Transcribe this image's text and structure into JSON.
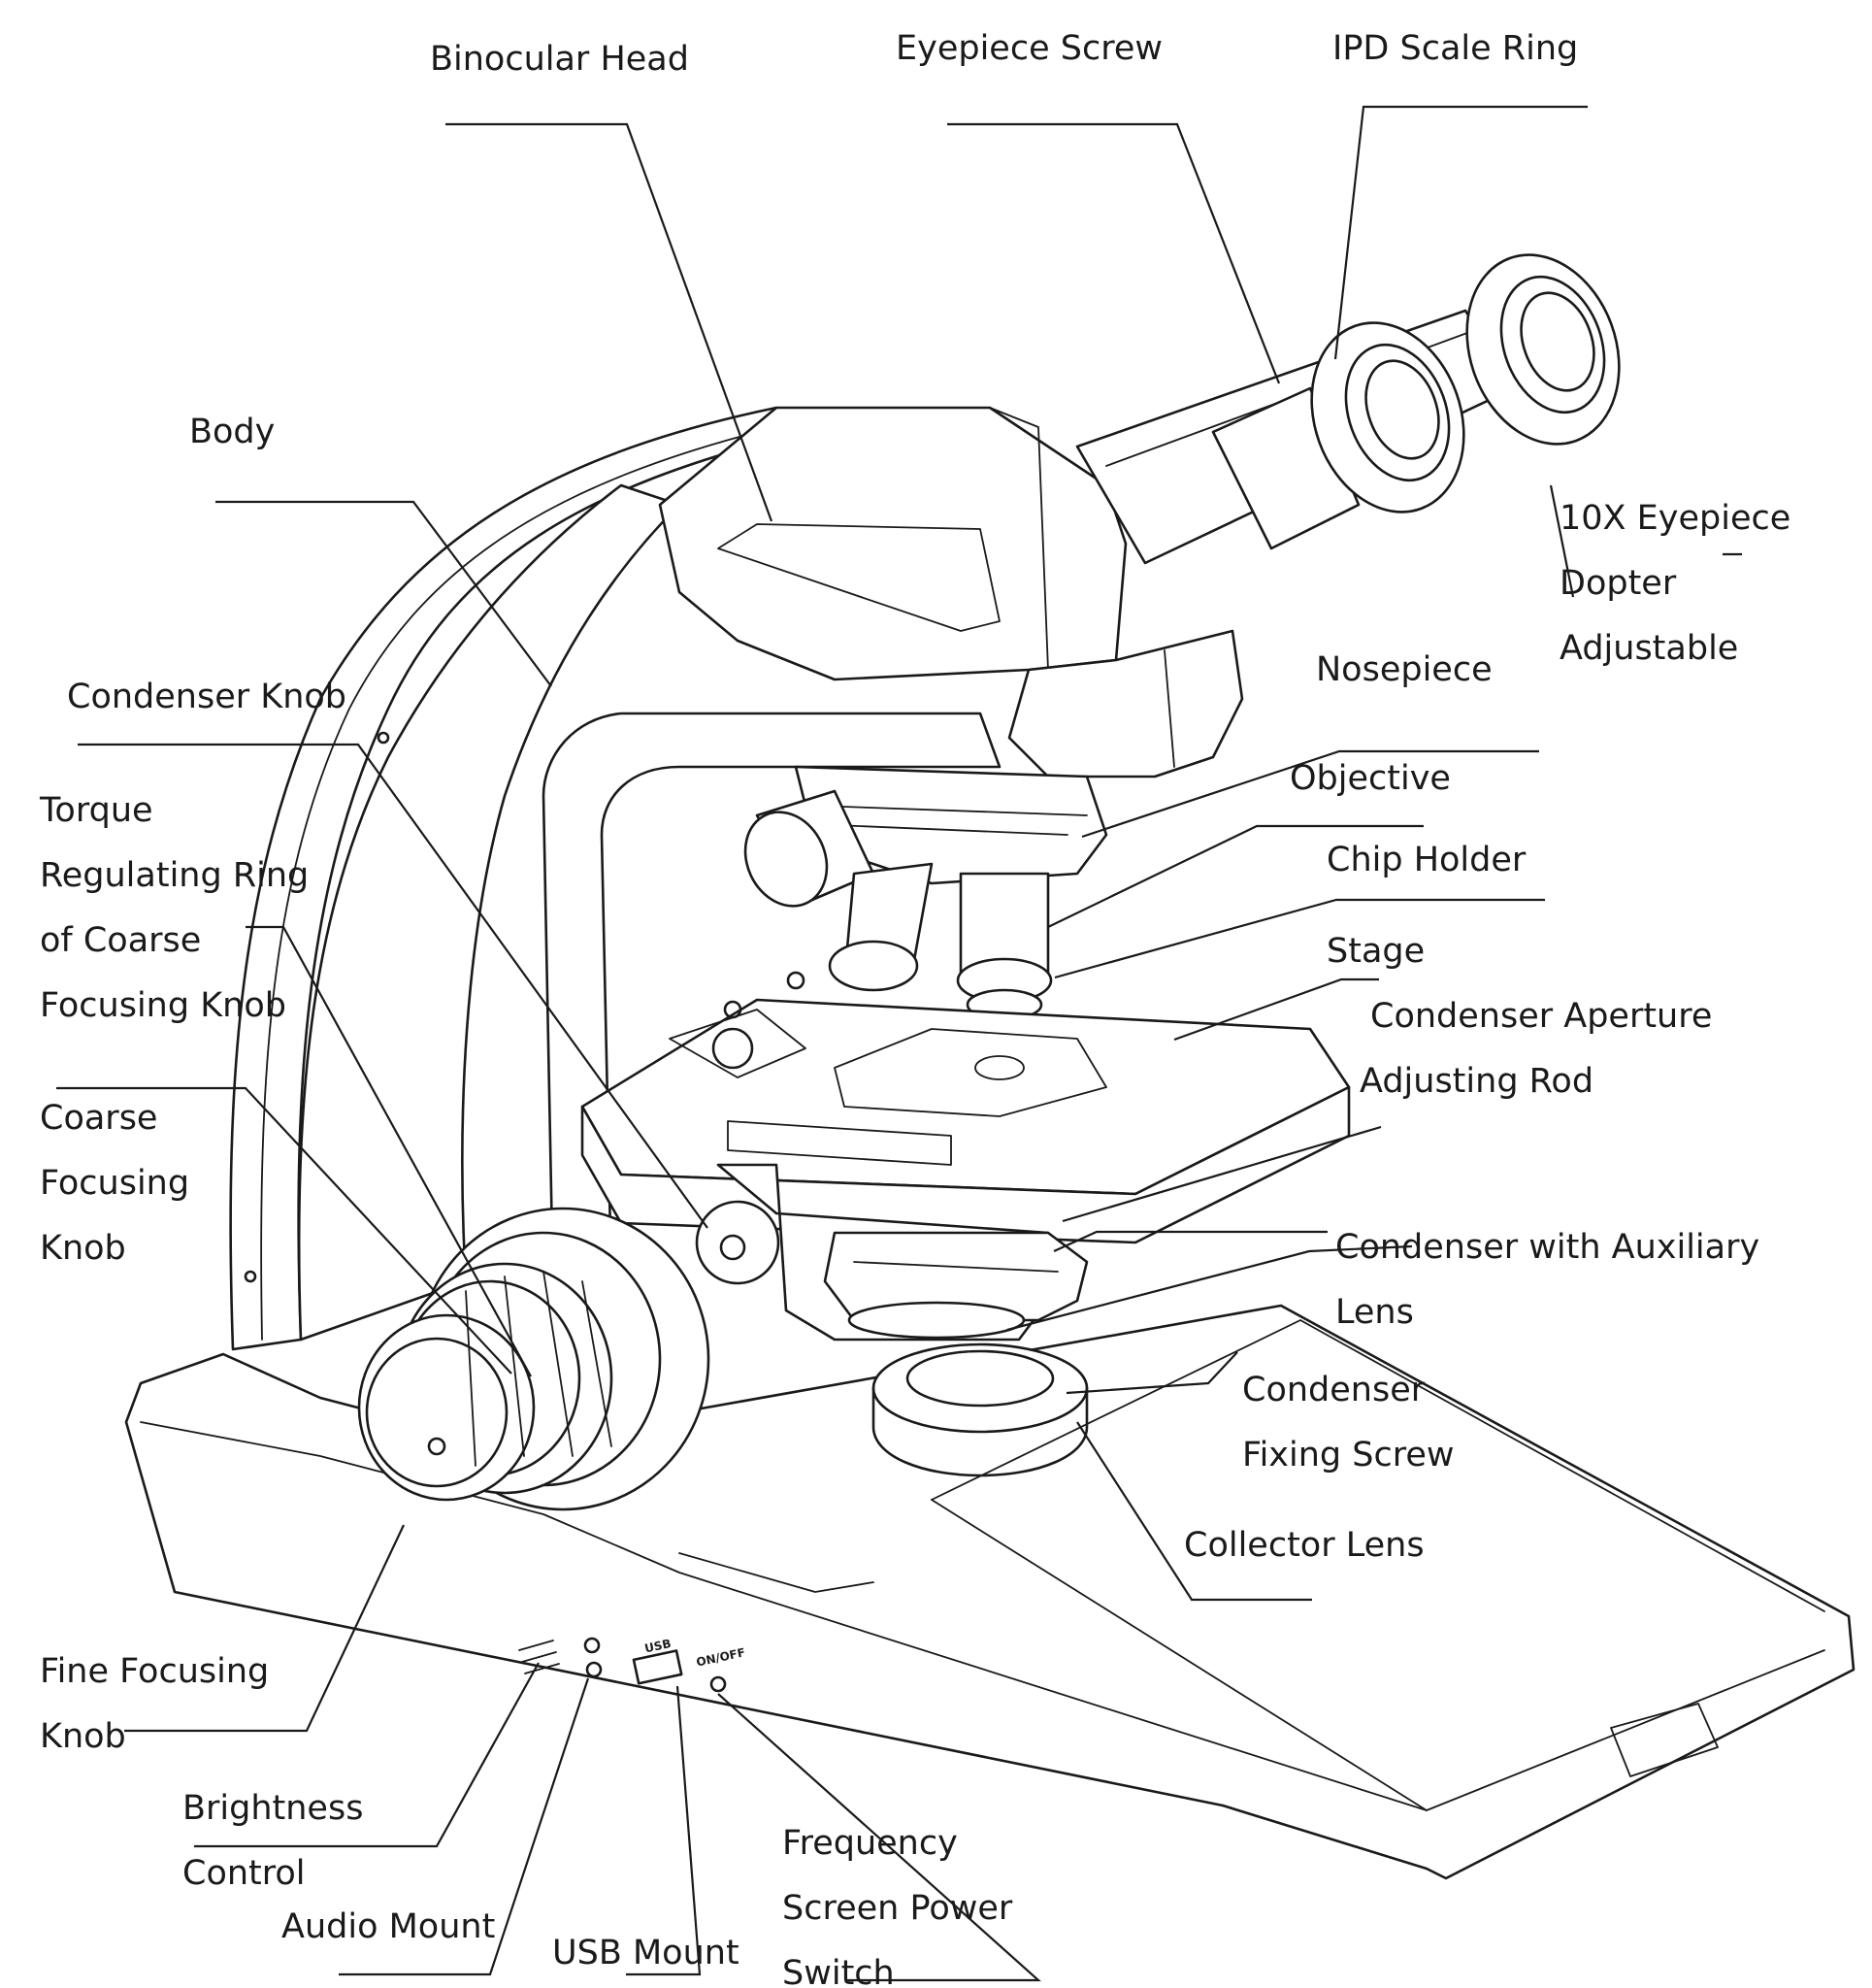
{
  "labels": {
    "binocular_head": "Binocular Head",
    "eyepiece_screw": "Eyepiece Screw",
    "ipd_scale_ring": "IPD Scale Ring",
    "body": "Body",
    "eyepiece_10x": "10X Eyepiece",
    "dopter": "Dopter",
    "adjustable": "Adjustable",
    "nosepiece": "Nosepiece",
    "condenser_knob": "Condenser Knob",
    "objective": "Objective",
    "torque_1": "Torque",
    "torque_2": "Regulating Ring",
    "torque_3": "of Coarse",
    "torque_4": "Focusing Knob",
    "chip_holder": "Chip Holder",
    "stage": "Stage",
    "condenser_aperture_1": "Condenser Aperture",
    "condenser_aperture_2": "Adjusting Rod",
    "coarse_1": "Coarse",
    "coarse_2": "Focusing",
    "coarse_3": "Knob",
    "condenser_aux_1": "Condenser with Auxiliary",
    "condenser_aux_2": "Lens",
    "condenser_fixing_1": "Condenser",
    "condenser_fixing_2": "Fixing Screw",
    "collector_lens": "Collector Lens",
    "fine_1": "Fine Focusing",
    "fine_2": "Knob",
    "brightness_1": "Brightness",
    "brightness_2": "Control",
    "audio_mount": "Audio Mount",
    "usb_mount": "USB Mount",
    "freq_1": "Frequency",
    "freq_2": "Screen Power",
    "freq_3": "Switch",
    "port_usb": "USB",
    "port_onoff": "ON/OFF"
  }
}
